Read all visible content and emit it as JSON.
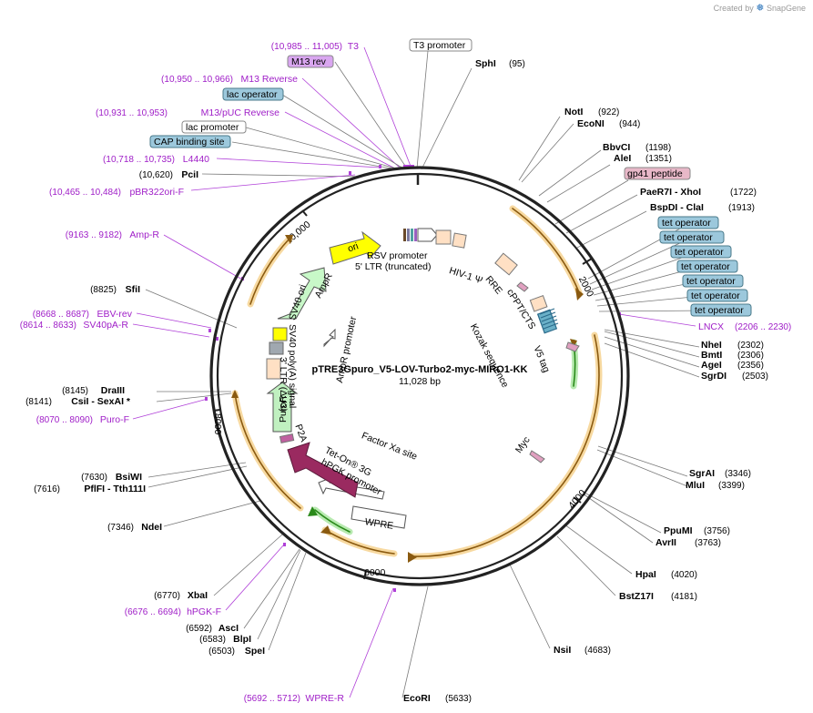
{
  "credit": {
    "prefix": "Created by",
    "brand": "SnapGene"
  },
  "plasmid": {
    "name": "pTRE3Gpuro_V5-LOV-Turbo2-myc-MIRO1-KK",
    "size": "11,028 bp"
  },
  "ticks": [
    "2000",
    "4000",
    "6000",
    "8000",
    "10,000"
  ],
  "enzymes": [
    {
      "name": "SphI",
      "pos": "(95)"
    },
    {
      "name": "NotI",
      "pos": "(922)"
    },
    {
      "name": "EcoNI",
      "pos": "(944)"
    },
    {
      "name": "BbvCI",
      "pos": "(1198)"
    },
    {
      "name": "AleI",
      "pos": "(1351)"
    },
    {
      "name": "PaeR7I  - XhoI",
      "pos": "(1722)"
    },
    {
      "name": "BspDI  - ClaI",
      "pos": "(1913)"
    },
    {
      "name": "NheI",
      "pos": "(2302)"
    },
    {
      "name": "BmtI",
      "pos": "(2306)"
    },
    {
      "name": "AgeI",
      "pos": "(2356)"
    },
    {
      "name": "SgrDI",
      "pos": "(2503)"
    },
    {
      "name": "SgrAI",
      "pos": "(3346)"
    },
    {
      "name": "MluI",
      "pos": "(3399)"
    },
    {
      "name": "PpuMI",
      "pos": "(3756)"
    },
    {
      "name": "AvrII",
      "pos": "(3763)"
    },
    {
      "name": "HpaI",
      "pos": "(4020)"
    },
    {
      "name": "BstZ17I",
      "pos": "(4181)"
    },
    {
      "name": "NsiI",
      "pos": "(4683)"
    },
    {
      "name": "EcoRI",
      "pos": "(5633)"
    },
    {
      "name": "SpeI",
      "pos": "(6503)"
    },
    {
      "name": "BlpI",
      "pos": "(6583)"
    },
    {
      "name": "AscI",
      "pos": "(6592)"
    },
    {
      "name": "XbaI",
      "pos": "(6770)"
    },
    {
      "name": "NdeI",
      "pos": "(7346)"
    },
    {
      "name": "PflFI  - Tth111I",
      "pos": "(7616)"
    },
    {
      "name": "BsiWI",
      "pos": "(7630)"
    },
    {
      "name": "CsiI  - SexAI *",
      "pos": "(8141)"
    },
    {
      "name": "DraIII",
      "pos": "(8145)"
    },
    {
      "name": "SfiI",
      "pos": "(8825)"
    },
    {
      "name": "PciI",
      "pos": "(10,620)"
    }
  ],
  "primers": [
    {
      "name": "T3",
      "pos": "(10,985 .. 11,005)"
    },
    {
      "name": "M13 Reverse",
      "pos": "(10,950 .. 10,966)"
    },
    {
      "name": "M13/pUC Reverse",
      "pos": "(10,931 .. 10,953)"
    },
    {
      "name": "L4440",
      "pos": "(10,718 .. 10,735)"
    },
    {
      "name": "pBR322ori-F",
      "pos": "(10,465 .. 10,484)"
    },
    {
      "name": "Amp-R",
      "pos": "(9163 .. 9182)"
    },
    {
      "name": "EBV-rev",
      "pos": "(8668 .. 8687)"
    },
    {
      "name": "SV40pA-R",
      "pos": "(8614 .. 8633)"
    },
    {
      "name": "Puro-F",
      "pos": "(8070 .. 8090)"
    },
    {
      "name": "hPGK-F",
      "pos": "(6676 .. 6694)"
    },
    {
      "name": "WPRE-R",
      "pos": "(5692 .. 5712)"
    },
    {
      "name": "LNCX",
      "pos": "(2206 .. 2230)"
    }
  ],
  "boxes": {
    "t3_promoter": "T3 promoter",
    "m13_rev": "M13 rev",
    "lac_operator": "lac operator",
    "lac_promoter": "lac promoter",
    "cap_site": "CAP binding site",
    "gp41": "gp41 peptide",
    "tet_operator": "tet operator",
    "wpre": "WPRE"
  },
  "features": {
    "rsv_promoter": "RSV promoter",
    "ltr5": "5' LTR (truncated)",
    "hiv": "HIV-1 Ψ",
    "rre": "RRE",
    "cppt": "cPPT/CTS",
    "kozak": "Kozak sequence",
    "v5": "V5 tag",
    "myc": "Myc",
    "factor_xa": "Factor Xa site",
    "teton": "Tet-On® 3G",
    "hpgk": "hPGK promoter",
    "p2a": "P2A",
    "puror": "PuroR",
    "ltr3": "3' LTR (ΔU3)",
    "sv40pa": "SV40 poly(A) signal",
    "sv40ori": "SV40 ori",
    "ampr": "AmpR",
    "ampr_promoter": "AmpR promoter",
    "ori": "ori"
  }
}
